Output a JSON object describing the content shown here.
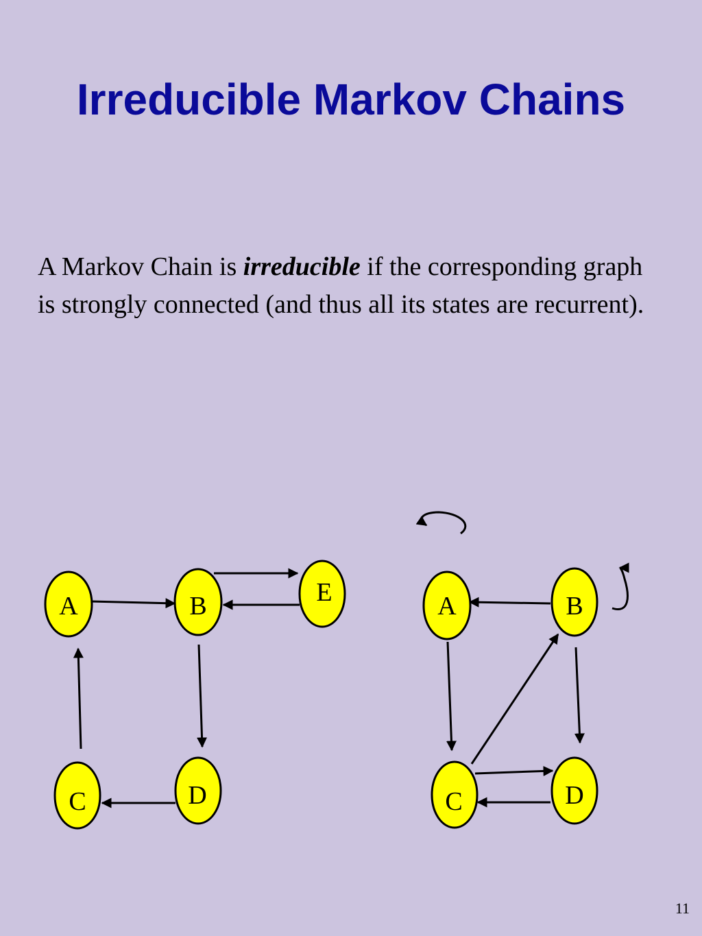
{
  "slide": {
    "title": "Irreducible Markov Chains",
    "text_before": "A Markov Chain is ",
    "text_emphasis": "irreducible",
    "text_after": " if the corresponding graph is strongly connected (and thus all its states are recurrent).",
    "page_number": "11"
  },
  "graphs": [
    {
      "nodes": [
        "A",
        "B",
        "E",
        "C",
        "D"
      ],
      "edges": [
        [
          "A",
          "B"
        ],
        [
          "B",
          "E"
        ],
        [
          "E",
          "B"
        ],
        [
          "B",
          "D"
        ],
        [
          "D",
          "C"
        ],
        [
          "C",
          "A"
        ]
      ]
    },
    {
      "nodes": [
        "A",
        "B",
        "C",
        "D"
      ],
      "edges": [
        [
          "B",
          "A"
        ],
        [
          "A",
          "C"
        ],
        [
          "C",
          "B"
        ],
        [
          "B",
          "D"
        ],
        [
          "C",
          "D"
        ],
        [
          "D",
          "C"
        ],
        [
          "A",
          "A"
        ],
        [
          "B",
          "B"
        ]
      ]
    }
  ],
  "colors": {
    "node_fill": "#ffff00",
    "title": "#0a0a99",
    "background": "#ccc4df"
  }
}
